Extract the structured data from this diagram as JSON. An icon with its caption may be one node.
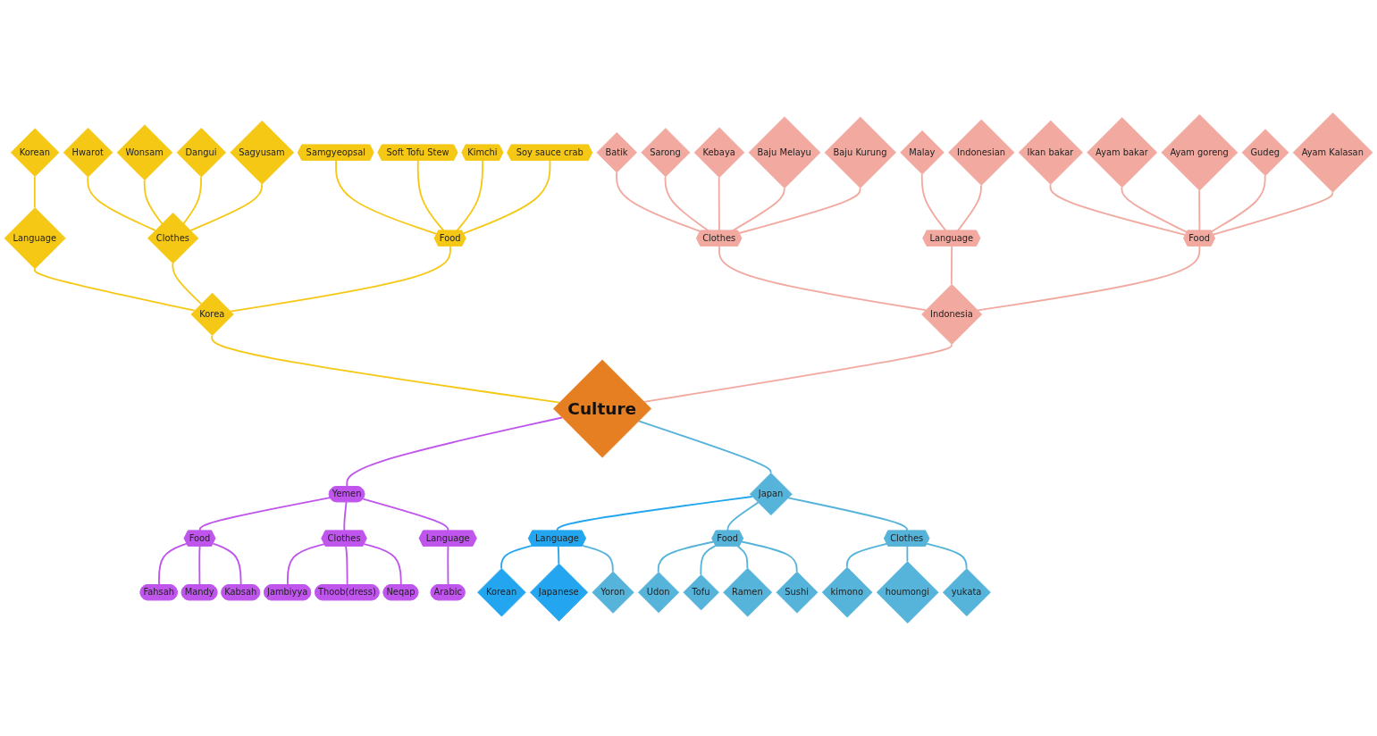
{
  "diagram": {
    "nodes": [
      {
        "text": [
          "Culture"
        ]
      },
      {
        "text": [
          "Korea"
        ]
      },
      {
        "text": [
          "Language"
        ]
      },
      {
        "text": [
          "Korean"
        ]
      },
      {
        "text": [
          "Clothes"
        ]
      },
      {
        "text": [
          "Hwarot"
        ]
      },
      {
        "text": [
          "Wonsam"
        ]
      },
      {
        "text": [
          "Dangui"
        ]
      },
      {
        "text": [
          "Sagyusam"
        ]
      },
      {
        "text": [
          "Food"
        ]
      },
      {
        "text": [
          "Samgyeopsal"
        ]
      },
      {
        "text": [
          "Soft Tofu Stew"
        ]
      },
      {
        "text": [
          "Kimchi"
        ]
      },
      {
        "text": [
          "Soy sauce crab"
        ]
      },
      {
        "text": [
          "Yemen"
        ]
      },
      {
        "text": [
          "Food"
        ]
      },
      {
        "text": [
          "Fahsah"
        ]
      },
      {
        "text": [
          "Mandy"
        ]
      },
      {
        "text": [
          "Kabsah"
        ]
      },
      {
        "text": [
          "Clothes"
        ]
      },
      {
        "text": [
          "Jambiyya"
        ]
      },
      {
        "text": [
          "Thoob(dress)"
        ]
      },
      {
        "text": [
          "Neqap"
        ]
      },
      {
        "text": [
          "Language"
        ]
      },
      {
        "text": [
          "Arabic"
        ]
      },
      {
        "text": [
          "Japan"
        ]
      },
      {
        "text": [
          "Language"
        ]
      },
      {
        "text": [
          "Korean"
        ]
      },
      {
        "text": [
          "Japanese"
        ]
      },
      {
        "text": [
          "Yoron"
        ]
      },
      {
        "text": [
          "Food"
        ]
      },
      {
        "text": [
          "Udon"
        ]
      },
      {
        "text": [
          "Tofu"
        ]
      },
      {
        "text": [
          "Ramen"
        ]
      },
      {
        "text": [
          "Sushi"
        ]
      },
      {
        "text": [
          "Clothes"
        ]
      },
      {
        "text": [
          "kimono"
        ]
      },
      {
        "text": [
          "houmongi"
        ]
      },
      {
        "text": [
          "yukata"
        ]
      },
      {
        "text": [
          "Indonesia"
        ]
      },
      {
        "text": [
          "Clothes"
        ]
      },
      {
        "text": [
          "Batik"
        ]
      },
      {
        "text": [
          "Sarong"
        ]
      },
      {
        "text": [
          "Kebaya"
        ]
      },
      {
        "text": [
          "Baju Melayu"
        ]
      },
      {
        "text": [
          "Baju Kurung"
        ]
      },
      {
        "text": [
          "Language"
        ]
      },
      {
        "text": [
          "Malay"
        ]
      },
      {
        "text": [
          "Indonesian"
        ]
      },
      {
        "text": [
          "Food"
        ]
      },
      {
        "text": [
          "Ikan bakar"
        ]
      },
      {
        "text": [
          "Ayam bakar"
        ]
      },
      {
        "text": [
          "Ayam goreng"
        ]
      },
      {
        "text": [
          "Gudeg"
        ]
      },
      {
        "text": [
          "Ayam Kalasan"
        ]
      }
    ],
    "edges": [
      {
        "from": 1,
        "to": 0,
        "arrow": "none",
        "color": "#f6c816"
      },
      {
        "from": 2,
        "to": 1,
        "arrow": "none",
        "color": "#f6c816"
      },
      {
        "from": 3,
        "to": 2,
        "arrow": "none",
        "color": "#f6c816"
      },
      {
        "from": 4,
        "to": 1,
        "arrow": "none",
        "color": "#f6c816"
      },
      {
        "from": 5,
        "to": 4,
        "arrow": "none",
        "color": "#f6c816"
      },
      {
        "from": 6,
        "to": 4,
        "arrow": "none",
        "color": "#f6c816"
      },
      {
        "from": 7,
        "to": 4,
        "arrow": "none",
        "color": "#f6c816"
      },
      {
        "from": 8,
        "to": 4,
        "arrow": "none",
        "color": "#f6c816"
      },
      {
        "from": 9,
        "to": 1,
        "arrow": "none",
        "color": "#f6c816"
      },
      {
        "from": 10,
        "to": 9,
        "arrow": "none",
        "color": "#f6c816"
      },
      {
        "from": 11,
        "to": 9,
        "arrow": "none",
        "color": "#f6c816"
      },
      {
        "from": 12,
        "to": 9,
        "arrow": "none",
        "color": "#f6c816"
      },
      {
        "from": 13,
        "to": 9,
        "arrow": "none",
        "color": "#f6c816"
      },
      {
        "from": 0,
        "to": 14,
        "arrow": "none",
        "color": "#bf55ec"
      },
      {
        "from": 14,
        "to": 15,
        "arrow": "none",
        "color": "#bf55ec"
      },
      {
        "from": 15,
        "to": 16,
        "arrow": "none",
        "color": "#bf55ec"
      },
      {
        "from": 15,
        "to": 17,
        "arrow": "none",
        "color": "#bf55ec"
      },
      {
        "from": 15,
        "to": 18,
        "arrow": "none",
        "color": "#bf55ec"
      },
      {
        "from": 14,
        "to": 19,
        "arrow": "none",
        "color": "#bf55ec"
      },
      {
        "from": 19,
        "to": 20,
        "arrow": "none",
        "color": "#bf55ec"
      },
      {
        "from": 19,
        "to": 21,
        "arrow": "none",
        "color": "#bf55ec"
      },
      {
        "from": 19,
        "to": 22,
        "arrow": "none",
        "color": "#bf55ec"
      },
      {
        "from": 14,
        "to": 23,
        "arrow": "none",
        "color": "#bf55ec"
      },
      {
        "from": 23,
        "to": 24,
        "arrow": "none",
        "color": "#bf55ec"
      },
      {
        "from": 0,
        "to": 25,
        "arrow": "none",
        "color": "#56b3d9"
      },
      {
        "from": 25,
        "to": 26,
        "arrow": "none",
        "color": "#23a6ef"
      },
      {
        "from": 26,
        "to": 27,
        "arrow": "none",
        "color": "#23a6ef"
      },
      {
        "from": 26,
        "to": 28,
        "arrow": "none",
        "color": "#23a6ef"
      },
      {
        "from": 26,
        "to": 29,
        "arrow": "none",
        "color": "#56b3d9"
      },
      {
        "from": 25,
        "to": 30,
        "arrow": "none",
        "color": "#56b3d9"
      },
      {
        "from": 30,
        "to": 31,
        "arrow": "none",
        "color": "#56b3d9"
      },
      {
        "from": 30,
        "to": 32,
        "arrow": "none",
        "color": "#56b3d9"
      },
      {
        "from": 30,
        "to": 33,
        "arrow": "none",
        "color": "#56b3d9"
      },
      {
        "from": 30,
        "to": 34,
        "arrow": "none",
        "color": "#56b3d9"
      },
      {
        "from": 25,
        "to": 35,
        "arrow": "none",
        "color": "#56b3d9"
      },
      {
        "from": 35,
        "to": 36,
        "arrow": "none",
        "color": "#56b3d9"
      },
      {
        "from": 35,
        "to": 37,
        "arrow": "none",
        "color": "#56b3d9"
      },
      {
        "from": 35,
        "to": 38,
        "arrow": "none",
        "color": "#56b3d9"
      },
      {
        "from": 39,
        "to": 0,
        "arrow": "none",
        "color": "#f1a9a0"
      },
      {
        "from": 40,
        "to": 39,
        "arrow": "none",
        "color": "#f1a9a0"
      },
      {
        "from": 41,
        "to": 40,
        "arrow": "none",
        "color": "#f1a9a0"
      },
      {
        "from": 42,
        "to": 40,
        "arrow": "none",
        "color": "#f1a9a0"
      },
      {
        "from": 43,
        "to": 40,
        "arrow": "none",
        "color": "#f1a9a0"
      },
      {
        "from": 44,
        "to": 40,
        "arrow": "none",
        "color": "#f1a9a0"
      },
      {
        "from": 45,
        "to": 40,
        "arrow": "none",
        "color": "#f1a9a0"
      },
      {
        "from": 46,
        "to": 39,
        "arrow": "none",
        "color": "#f1a9a0"
      },
      {
        "from": 47,
        "to": 46,
        "arrow": "none",
        "color": "#f1a9a0"
      },
      {
        "from": 48,
        "to": 46,
        "arrow": "none",
        "color": "#f1a9a0"
      },
      {
        "from": 49,
        "to": 39,
        "arrow": "none",
        "color": "#f1a9a0"
      },
      {
        "from": 50,
        "to": 49,
        "arrow": "none",
        "color": "#f1a9a0"
      },
      {
        "from": 51,
        "to": 49,
        "arrow": "none",
        "color": "#f1a9a0"
      },
      {
        "from": 52,
        "to": 49,
        "arrow": "none",
        "color": "#f1a9a0"
      },
      {
        "from": 53,
        "to": 49,
        "arrow": "none",
        "color": "#f1a9a0"
      },
      {
        "from": 54,
        "to": 49,
        "arrow": "none",
        "color": "#f1a9a0"
      }
    ]
  }
}
